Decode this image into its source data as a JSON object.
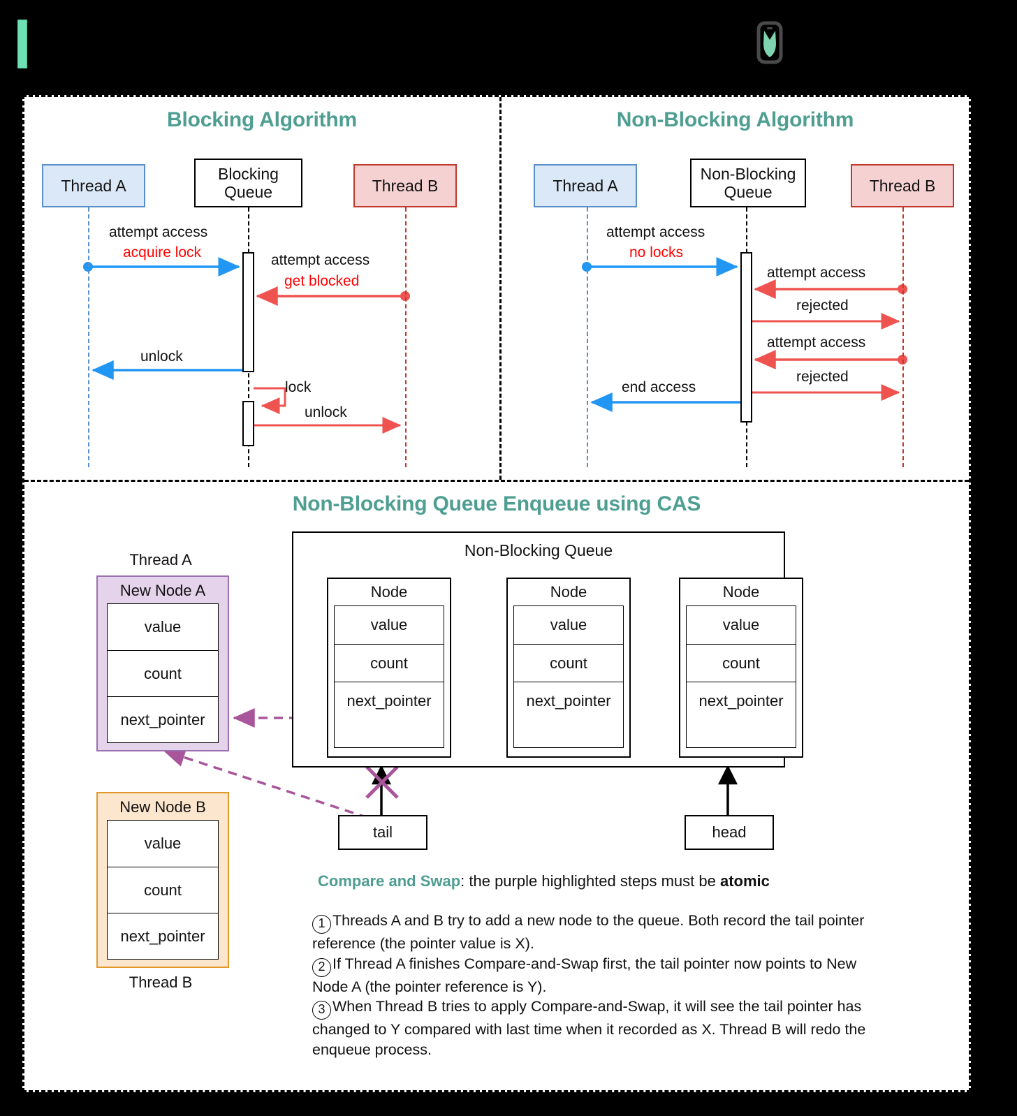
{
  "topbar": {
    "accent_color": "#6fe0b4",
    "logo_name": "tulip-logo"
  },
  "panels": {
    "blocking": {
      "title": "Blocking Algorithm",
      "participants": [
        {
          "name": "Thread A",
          "kind": "thread-a"
        },
        {
          "name": "Blocking\nQueue",
          "line1": "Blocking",
          "line2": "Queue",
          "kind": "queue"
        },
        {
          "name": "Thread B",
          "kind": "thread-b"
        }
      ],
      "messages": [
        {
          "label": "attempt access",
          "sublabel": "acquire lock",
          "color": "blue",
          "dir": "right"
        },
        {
          "label": "attempt access",
          "sublabel": "get blocked",
          "color": "red",
          "dir": "left"
        },
        {
          "label": "unlock",
          "sublabel": "",
          "color": "blue",
          "dir": "left"
        },
        {
          "label": "lock",
          "sublabel": "",
          "color": "red",
          "dir": "self"
        },
        {
          "label": "unlock",
          "sublabel": "",
          "color": "red",
          "dir": "right"
        }
      ]
    },
    "nonblocking": {
      "title": "Non-Blocking Algorithm",
      "participants": [
        {
          "name": "Thread A",
          "kind": "thread-a"
        },
        {
          "name": "Non-Blocking\nQueue",
          "line1": "Non-Blocking",
          "line2": "Queue",
          "kind": "queue"
        },
        {
          "name": "Thread B",
          "kind": "thread-b"
        }
      ],
      "messages": [
        {
          "label": "attempt access",
          "sublabel": "no locks",
          "color": "blue",
          "dir": "right"
        },
        {
          "label": "attempt access",
          "sublabel": "",
          "color": "red",
          "dir": "left"
        },
        {
          "label": "rejected",
          "sublabel": "",
          "color": "red",
          "dir": "right"
        },
        {
          "label": "attempt access",
          "sublabel": "",
          "color": "red",
          "dir": "left"
        },
        {
          "label": "rejected",
          "sublabel": "",
          "color": "red",
          "dir": "right"
        },
        {
          "label": "end access",
          "sublabel": "",
          "color": "blue",
          "dir": "left"
        }
      ]
    }
  },
  "bottom": {
    "title": "Non-Blocking Queue Enqueue using CAS",
    "queue_title": "Non-Blocking Queue",
    "node_label": "Node",
    "node_fields": [
      "value",
      "count",
      "next_pointer"
    ],
    "nodes": [
      {
        "title": "Node"
      },
      {
        "title": "Node"
      },
      {
        "title": "Node"
      }
    ],
    "new_node_a": {
      "title": "New Node A",
      "owner": "Thread A",
      "fields": [
        "value",
        "count",
        "next_pointer"
      ]
    },
    "new_node_b": {
      "title": "New Node B",
      "owner": "Thread B",
      "fields": [
        "value",
        "count",
        "next_pointer"
      ]
    },
    "pointers": {
      "tail": "tail",
      "head": "head"
    },
    "cas_note": {
      "heading": "Compare and Swap",
      "middle": ": the purple highlighted steps must be ",
      "emphasis": "atomic"
    },
    "steps": [
      {
        "num": "1",
        "text": "Threads A and B try to add a new node to the queue. Both record the tail pointer reference (the pointer value is X)."
      },
      {
        "num": "2",
        "text": "If Thread A finishes Compare-and-Swap first, the tail pointer now points to New Node A (the pointer reference is Y)."
      },
      {
        "num": "3",
        "text": "When Thread B tries to apply Compare-and-Swap, it will see the tail pointer has changed to Y compared with last time when it recorded as X. Thread B will redo the enqueue process."
      }
    ]
  },
  "colors": {
    "teal": "#4e9e92",
    "blue_arrow": "#2196f3",
    "red_arrow": "#ef5350",
    "purple": "#a8559b",
    "thread_a_fill": "#dae8f7",
    "thread_a_border": "#5b8fc9",
    "thread_b_fill": "#f5d1d1",
    "thread_b_border": "#c0392b",
    "new_node_a_fill": "#e4d3ea",
    "new_node_a_border": "#9b6fb0",
    "new_node_b_fill": "#fce6cd",
    "new_node_b_border": "#e0992a"
  }
}
